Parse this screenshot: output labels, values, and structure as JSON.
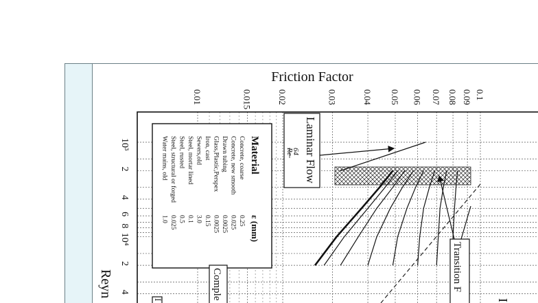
{
  "chart_data": {
    "type": "line",
    "title": "Friction Factor",
    "ylabel": "Friction Factor",
    "xlabel": "Reyn",
    "y_tick_labels": [
      "0.01",
      "0.015",
      "0.02",
      "0.03",
      "0.04",
      "0.05",
      "0.06",
      "0.07",
      "0.08",
      "0.09",
      "0.1"
    ],
    "x_tick_labels": [
      "10³",
      "2",
      "4",
      "6",
      "8",
      "10⁴",
      "2",
      "4"
    ],
    "xscale": "log",
    "yscale": "log",
    "grid": true,
    "series": [
      {
        "name": "Laminar Flow",
        "type": "line",
        "x": [
          1000,
          2000
        ],
        "y": [
          0.064,
          0.032
        ]
      },
      {
        "name": "",
        "type": "line",
        "x": [
          2000,
          3000,
          5000,
          10000,
          20000
        ],
        "y": [
          0.049,
          0.044,
          0.038,
          0.031,
          0.026
        ]
      },
      {
        "name": "",
        "type": "line",
        "x": [
          2000,
          3000,
          5000,
          10000,
          20000
        ],
        "y": [
          0.051,
          0.046,
          0.04,
          0.033,
          0.028
        ]
      },
      {
        "name": "",
        "type": "line",
        "x": [
          2000,
          3000,
          5000,
          10000,
          20000
        ],
        "y": [
          0.054,
          0.049,
          0.043,
          0.037,
          0.032
        ]
      },
      {
        "name": "",
        "type": "line",
        "x": [
          2000,
          3000,
          5000,
          10000,
          20000
        ],
        "y": [
          0.058,
          0.053,
          0.048,
          0.043,
          0.04
        ]
      },
      {
        "name": "",
        "type": "line",
        "x": [
          2000,
          3000,
          5000,
          10000,
          20000
        ],
        "y": [
          0.063,
          0.059,
          0.055,
          0.051,
          0.049
        ]
      },
      {
        "name": "",
        "type": "line",
        "x": [
          2000,
          3000,
          5000,
          10000,
          20000
        ],
        "y": [
          0.069,
          0.066,
          0.063,
          0.061,
          0.06
        ]
      },
      {
        "name": "",
        "type": "line",
        "x": [
          2000,
          3000,
          5000,
          10000,
          20000
        ],
        "y": [
          0.076,
          0.074,
          0.072,
          0.071,
          0.07
        ]
      },
      {
        "name": "",
        "type": "line",
        "x": [
          2000,
          3000,
          5000,
          10000,
          20000
        ],
        "y": [
          0.083,
          0.082,
          0.081,
          0.08,
          0.08
        ]
      }
    ],
    "annotations": {
      "laminar_label": "Laminar Flow",
      "laminar_formula_num": "64",
      "laminar_formula_den": "Re",
      "transition_label": "Transition F",
      "complete_label": "Comple",
      "boxed_fragment": "I",
      "right_edge_fragment": "I"
    },
    "legend_table": {
      "title": "Material",
      "value_header": "ε (mm)",
      "rows": [
        {
          "material": "Concrete, coarse",
          "value": "0.25"
        },
        {
          "material": "Concrete, new smooth",
          "value": "0.025"
        },
        {
          "material": "Drawn tubing",
          "value": "0.0025"
        },
        {
          "material": "Glass,Plastic,Perspex",
          "value": "0.0025"
        },
        {
          "material": "Iron, cast",
          "value": "0.15"
        },
        {
          "material": "Sewers,old",
          "value": "3.0"
        },
        {
          "material": "Steel, mortar lined",
          "value": "0.1"
        },
        {
          "material": "Steel, rusted",
          "value": "0.5"
        },
        {
          "material": "Steel, structural or forged",
          "value": "0.025"
        },
        {
          "material": "Water mains, old",
          "value": "1.0"
        }
      ]
    },
    "colors": {
      "ink": "#111111",
      "grid": "#555555",
      "strip": "#e6f4f8",
      "frame": "#6a7f86"
    }
  }
}
